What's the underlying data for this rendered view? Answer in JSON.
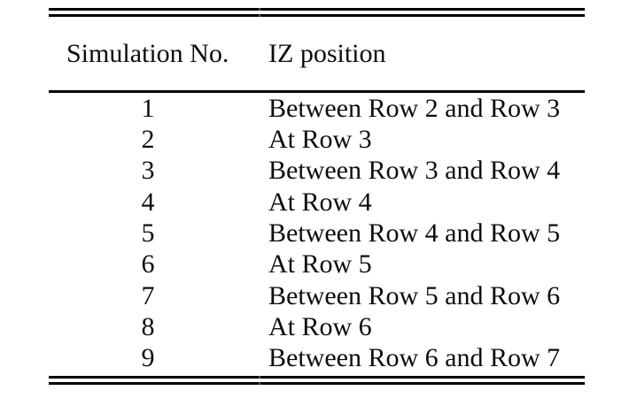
{
  "page": {
    "background": "#ffffff",
    "text_color": "#0d0d0d",
    "rule_color": "#000000"
  },
  "table": {
    "header": {
      "col1": "Simulation No.",
      "col2": "IZ position"
    },
    "rows": [
      {
        "no": "1",
        "position": "Between Row 2 and Row 3"
      },
      {
        "no": "2",
        "position": "At Row 3"
      },
      {
        "no": "3",
        "position": "Between Row 3 and Row 4"
      },
      {
        "no": "4",
        "position": "At Row 4"
      },
      {
        "no": "5",
        "position": "Between Row 4 and Row 5"
      },
      {
        "no": "6",
        "position": "At Row 5"
      },
      {
        "no": "7",
        "position": "Between Row 5 and Row 6"
      },
      {
        "no": "8",
        "position": "At Row 6"
      },
      {
        "no": "9",
        "position": "Between Row 6 and Row 7"
      }
    ]
  }
}
